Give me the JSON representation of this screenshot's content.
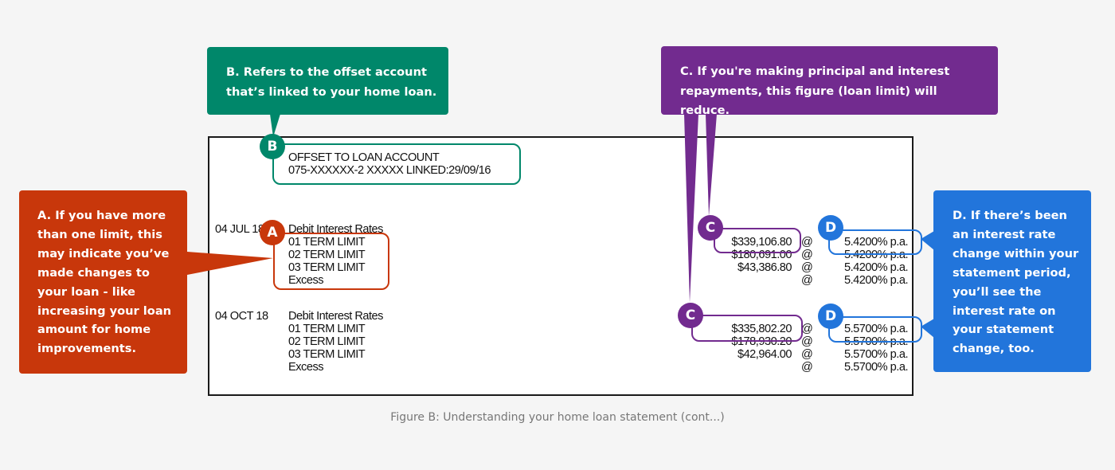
{
  "callouts": {
    "a": {
      "label": "A",
      "text": "A. If you have more\nthan one limit, this\nmay indicate you’ve\nmade changes to\nyour loan - like\nincreasing your loan\namount for home\nimprovements."
    },
    "b": {
      "label": "B",
      "text": "B. Refers to the offset account\nthat’s linked to your home loan."
    },
    "c": {
      "label": "C",
      "text": "C. If you're making principal and interest\nrepayments, this figure (loan limit) will reduce."
    },
    "d": {
      "label": "D",
      "text": "D. If there’s been\nan interest rate\nchange within your\nstatement period,\nyou’ll see the\ninterest rate on\nyour statement\nchange, too."
    }
  },
  "statement": {
    "offset": {
      "title": "OFFSET TO LOAN ACCOUNT",
      "detail": "075-XXXXXX-2 XXXXX LINKED:29/09/16"
    },
    "sections": [
      {
        "date": "04 JUL 18",
        "heading": "Debit Interest Rates",
        "rows": [
          {
            "label": "01 TERM LIMIT",
            "amount": "$339,106.80",
            "at": "@",
            "rate": "5.4200% p.a."
          },
          {
            "label": "02 TERM LIMIT",
            "amount": "$180,691.00",
            "at": "@",
            "rate": "5.4200% p.a."
          },
          {
            "label": "03 TERM LIMIT",
            "amount": "$43,386.80",
            "at": "@",
            "rate": "5.4200% p.a."
          },
          {
            "label": "Excess",
            "amount": "",
            "at": "@",
            "rate": "5.4200% p.a."
          }
        ]
      },
      {
        "date": "04 OCT 18",
        "heading": "Debit Interest Rates",
        "rows": [
          {
            "label": "01 TERM LIMIT",
            "amount": "$335,802.20",
            "at": "@",
            "rate": "5.5700% p.a."
          },
          {
            "label": "02 TERM LIMIT",
            "amount": "$178,930.20",
            "at": "@",
            "rate": "5.5700% p.a."
          },
          {
            "label": "03 TERM LIMIT",
            "amount": "$42,964.00",
            "at": "@",
            "rate": "5.5700% p.a."
          },
          {
            "label": "Excess",
            "amount": "",
            "at": "@",
            "rate": "5.5700% p.a."
          }
        ]
      }
    ]
  },
  "caption": "Figure B: Understanding your home loan statement (cont...)",
  "colors": {
    "a": "#c8370b",
    "b": "#00876a",
    "c": "#722b8f",
    "d": "#2275db"
  }
}
